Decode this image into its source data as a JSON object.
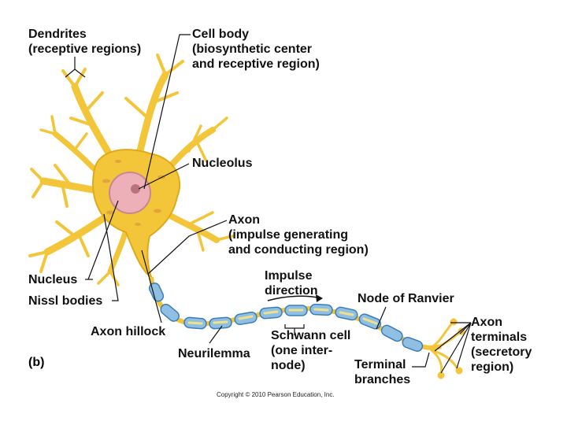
{
  "labels": {
    "dendrites": {
      "title": "Dendrites",
      "sub": "(receptive regions)"
    },
    "cell_body": {
      "title": "Cell body",
      "sub1": "(biosynthetic center",
      "sub2": "and receptive region)"
    },
    "nucleolus": "Nucleolus",
    "axon": {
      "title": "Axon",
      "sub1": "(impulse generating",
      "sub2": "and conducting region)"
    },
    "nucleus": "Nucleus",
    "nissl": "Nissl bodies",
    "axon_hillock": "Axon hillock",
    "impulse": {
      "line1": "Impulse",
      "line2": "direction"
    },
    "node_ranvier": "Node of Ranvier",
    "neurilemma": "Neurilemma",
    "schwann": {
      "line1": "Schwann cell",
      "line2": "(one inter-",
      "line3": "node)"
    },
    "terminal": {
      "line1": "Terminal",
      "line2": "branches"
    },
    "axon_terminals": {
      "line1": "Axon",
      "line2": "terminals",
      "line3": "(secretory",
      "line4": "region)"
    },
    "panel": "(b)"
  },
  "copyright": "Copyright © 2010 Pearson Education, Inc.",
  "colors": {
    "cell": "#f3c63a",
    "cell_edge": "#e0a919",
    "nucleus": "#eeb0b8",
    "myelin": "#8fc0e4",
    "myelin_edge": "#3d7db5",
    "myelin_stripe": "#f1e08a",
    "leader": "#111111"
  }
}
